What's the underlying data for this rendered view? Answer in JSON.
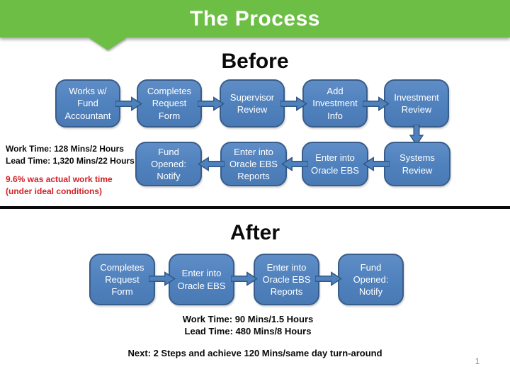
{
  "slide": {
    "title": "The Process",
    "page_number": "1"
  },
  "colors": {
    "banner_green": "#6CBE45",
    "box_fill": "#4F81BD",
    "box_border": "#385D8A",
    "alert_red": "#D22027"
  },
  "before": {
    "heading": "Before",
    "row1_steps": [
      "Works w/ Fund Accountant",
      "Completes Request Form",
      "Supervisor Review",
      "Add Investment Info",
      "Investment Review"
    ],
    "row2_steps": [
      "Fund Opened: Notify",
      "Enter into Oracle EBS Reports",
      "Enter into Oracle EBS",
      "Systems Review"
    ],
    "work_time": "Work Time: 128 Mins/2 Hours",
    "lead_time": "Lead Time: 1,320 Mins/22 Hours",
    "note_line1": "9.6% was actual work time",
    "note_line2": "(under ideal conditions)"
  },
  "after": {
    "heading": "After",
    "steps": [
      "Completes Request Form",
      "Enter into Oracle EBS",
      "Enter into Oracle EBS Reports",
      "Fund Opened: Notify"
    ],
    "work_time": "Work Time: 90 Mins/1.5 Hours",
    "lead_time": "Lead Time: 480 Mins/8 Hours",
    "next_note": "Next: 2 Steps and achieve 120 Mins/same day turn-around"
  }
}
